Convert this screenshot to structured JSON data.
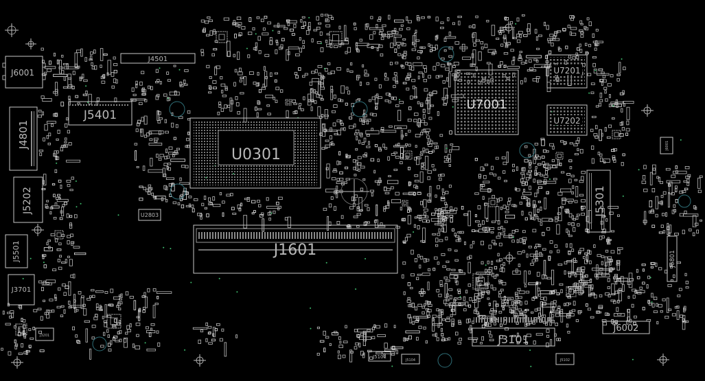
{
  "board": {
    "designators": {
      "J4501": "J4501",
      "J6001": "J6001",
      "J5401": "J5401",
      "J4801": "J4801",
      "J5202": "J5202",
      "J5501": "J5501",
      "J3701": "J3701",
      "U2803": "U2803",
      "U0301": "U0301",
      "J1601": "J1601",
      "U7001": "U7001",
      "U7201": "U7201",
      "U7202": "U7202",
      "J5301": "J5301",
      "J6801": "J6801",
      "J6002": "J6002",
      "J3101": "J3101",
      "J5101": "J5101",
      "J5104": "J5104",
      "J5102": "J5102",
      "J6001b": "J6001",
      "J3201": "J3201"
    }
  },
  "colors": {
    "background": "#000000",
    "silkscreen": "#c8c8c8",
    "label": "#b8b8b8",
    "mounting_hole": "#2f6f78",
    "via_marker": "#3fbf6f"
  }
}
